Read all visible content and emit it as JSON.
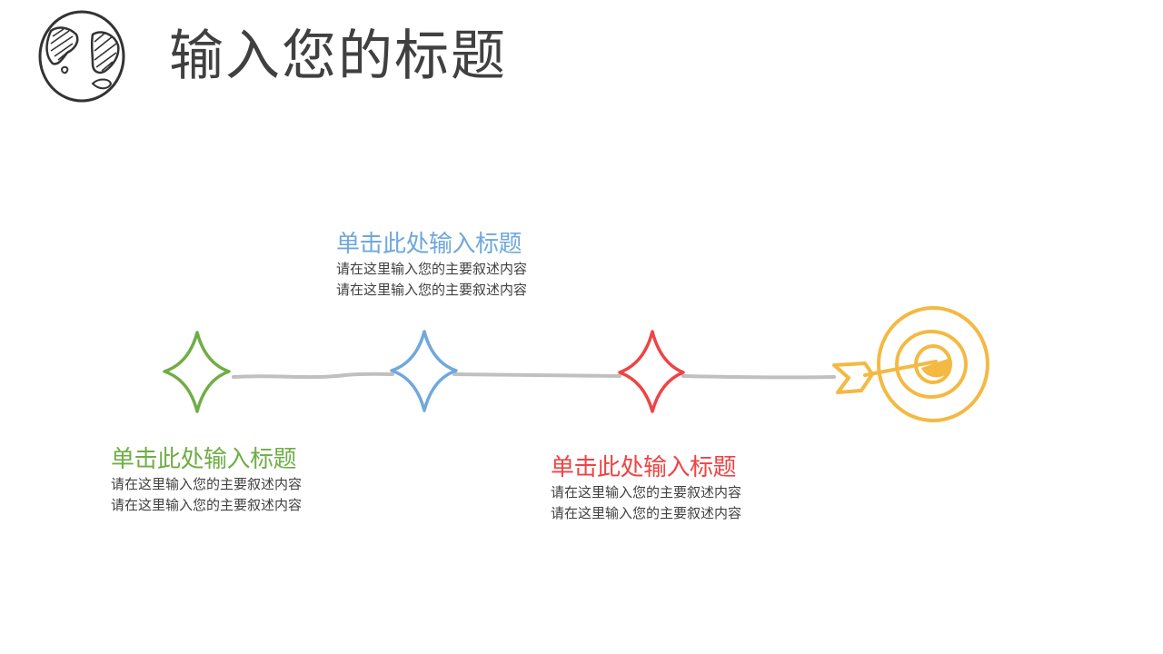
{
  "page": {
    "title": "输入您的标题"
  },
  "steps": [
    {
      "title": "单击此处输入标题",
      "lines": [
        "请在这里输入您的主要叙述内容",
        "请在这里输入您的主要叙述内容"
      ],
      "color": "#70ad47",
      "icon": "four-point-star-icon"
    },
    {
      "title": "单击此处输入标题",
      "lines": [
        "请在这里输入您的主要叙述内容",
        "请在这里输入您的主要叙述内容"
      ],
      "color": "#6fa8dc",
      "icon": "four-point-star-icon"
    },
    {
      "title": "单击此处输入标题",
      "lines": [
        "请在这里输入您的主要叙述内容",
        "请在这里输入您的主要叙述内容"
      ],
      "color": "#ee4444",
      "icon": "four-point-star-icon"
    }
  ],
  "goal": {
    "icon": "target-with-arrow-icon",
    "color": "#f4b942"
  },
  "colors": {
    "title_text": "#404040",
    "body_text": "#404040",
    "connector_line": "#c0c0c0",
    "globe_stroke": "#333333"
  }
}
